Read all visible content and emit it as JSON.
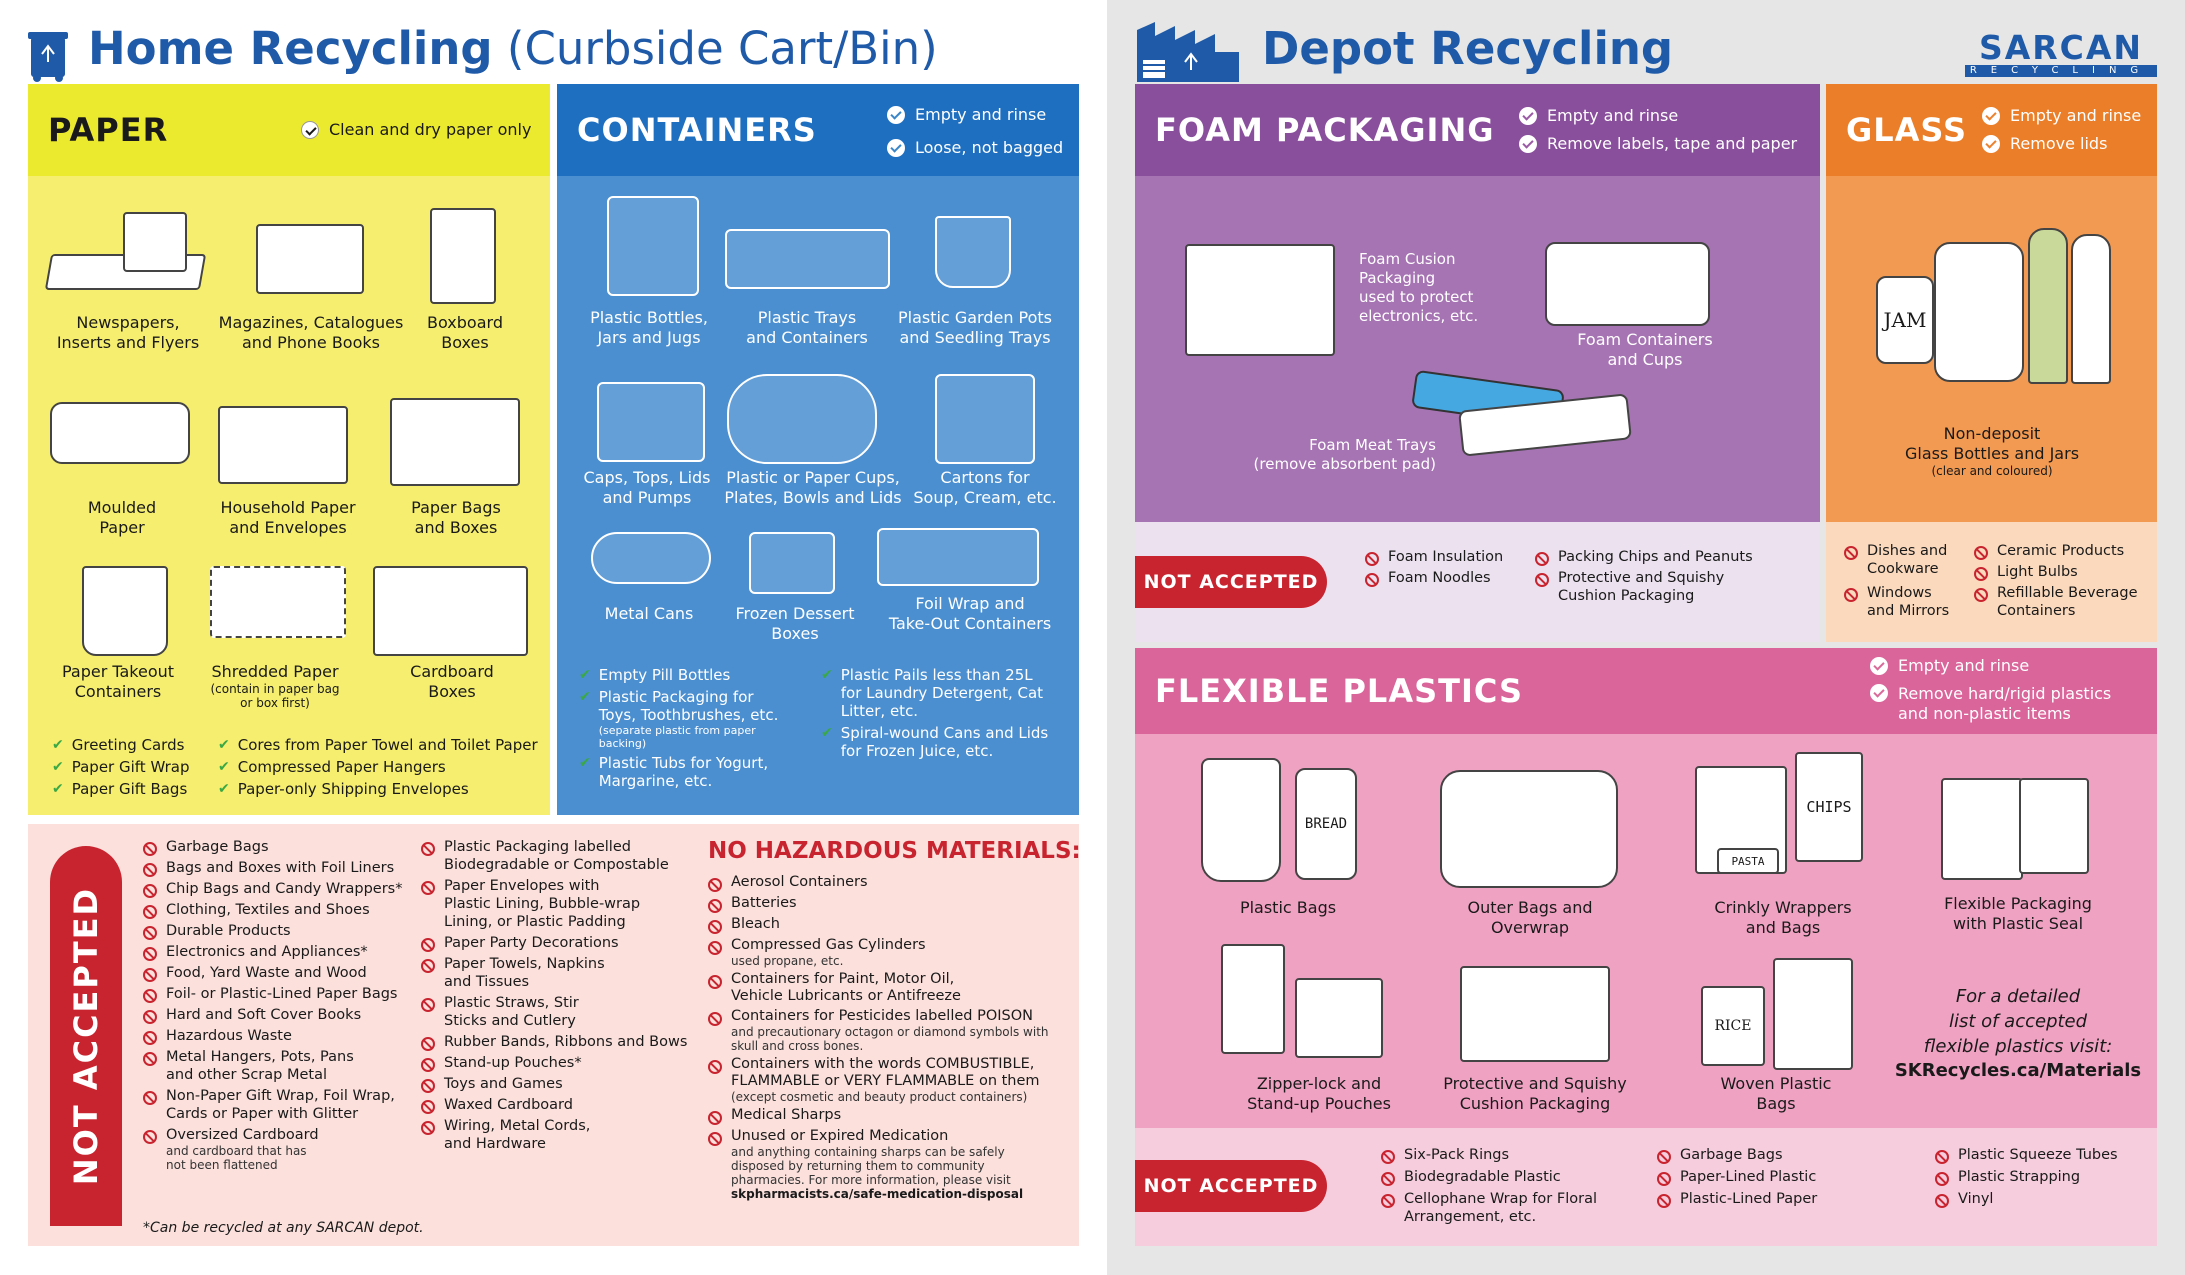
{
  "home": {
    "title_bold": "Home Recycling",
    "title_rest": " (Curbside Cart/Bin)",
    "paper": {
      "heading": "PAPER",
      "check": "Clean and dry paper only",
      "items": [
        {
          "label": "Newspapers,\nInserts and Flyers"
        },
        {
          "label": "Magazines, Catalogues\nand Phone Books"
        },
        {
          "label": "Boxboard\nBoxes"
        },
        {
          "label": "Moulded\nPaper"
        },
        {
          "label": "Household Paper\nand Envelopes"
        },
        {
          "label": "Paper Bags\nand Boxes"
        },
        {
          "label": "Paper Takeout\nContainers"
        },
        {
          "label": "Shredded Paper",
          "note": "(contain in paper bag\nor box first)"
        },
        {
          "label": "Cardboard\nBoxes"
        }
      ],
      "ticks_col1": [
        "Greeting Cards",
        "Paper Gift Wrap",
        "Paper Gift Bags"
      ],
      "ticks_col2": [
        "Cores from Paper Towel and Toilet Paper",
        "Compressed Paper Hangers",
        "Paper-only Shipping Envelopes"
      ]
    },
    "containers": {
      "heading": "CONTAINERS",
      "checks": [
        "Empty and rinse",
        "Loose, not bagged"
      ],
      "items": [
        {
          "label": "Plastic Bottles,\nJars and Jugs"
        },
        {
          "label": "Plastic Trays\nand Containers"
        },
        {
          "label": "Plastic Garden Pots\nand Seedling Trays"
        },
        {
          "label": "Caps, Tops, Lids\nand Pumps"
        },
        {
          "label": "Plastic or Paper Cups,\nPlates, Bowls and Lids"
        },
        {
          "label": "Cartons for\nSoup, Cream, etc."
        },
        {
          "label": "Metal Cans"
        },
        {
          "label": "Frozen Dessert\nBoxes"
        },
        {
          "label": "Foil Wrap and\nTake-Out Containers"
        }
      ],
      "ticks_col1": [
        {
          "text": "Empty Pill Bottles"
        },
        {
          "text": "Plastic Packaging for\nToys, Toothbrushes, etc.",
          "note": "(separate plastic from paper\nbacking)"
        },
        {
          "text": "Plastic Tubs for Yogurt,\nMargarine, etc."
        }
      ],
      "ticks_col2": [
        {
          "text": "Plastic Pails less than 25L\nfor Laundry Detergent, Cat\nLitter, etc."
        },
        {
          "text": "Spiral-wound Cans and Lids\nfor Frozen Juice, etc."
        }
      ]
    },
    "not_accepted": {
      "label": "NOT ACCEPTED",
      "col1": [
        {
          "text": "Garbage Bags"
        },
        {
          "text": "Bags and Boxes with Foil Liners"
        },
        {
          "text": "Chip Bags and Candy Wrappers*"
        },
        {
          "text": "Clothing, Textiles and Shoes"
        },
        {
          "text": "Durable Products"
        },
        {
          "text": "Electronics and Appliances*"
        },
        {
          "text": "Food, Yard Waste and Wood"
        },
        {
          "text": "Foil- or Plastic-Lined Paper Bags"
        },
        {
          "text": "Hard and Soft Cover Books"
        },
        {
          "text": "Hazardous Waste"
        },
        {
          "text": "Metal Hangers, Pots, Pans\nand other Scrap Metal"
        },
        {
          "text": "Non-Paper Gift Wrap, Foil Wrap,\nCards or Paper with Glitter"
        },
        {
          "text": "Oversized Cardboard",
          "note": "and cardboard that has\nnot been flattened"
        }
      ],
      "col2": [
        {
          "text": "Plastic Packaging labelled\nBiodegradable or Compostable"
        },
        {
          "text": "Paper Envelopes with\nPlastic Lining, Bubble-wrap\nLining, or Plastic Padding"
        },
        {
          "text": "Paper Party Decorations"
        },
        {
          "text": "Paper Towels, Napkins\nand Tissues"
        },
        {
          "text": "Plastic Straws, Stir\nSticks and Cutlery"
        },
        {
          "text": "Rubber Bands, Ribbons and Bows"
        },
        {
          "text": "Stand-up Pouches*"
        },
        {
          "text": "Toys and Games"
        },
        {
          "text": "Waxed Cardboard"
        },
        {
          "text": "Wiring, Metal Cords,\nand Hardware"
        }
      ],
      "hazard_heading": "NO HAZARDOUS MATERIALS:",
      "col3": [
        {
          "text": "Aerosol Containers"
        },
        {
          "text": "Batteries"
        },
        {
          "text": "Bleach"
        },
        {
          "text": "Compressed Gas Cylinders",
          "note": "used propane, etc."
        },
        {
          "text": "Containers for Paint, Motor Oil,\nVehicle Lubricants or Antifreeze"
        },
        {
          "text": "Containers for Pesticides labelled POISON",
          "note": "and precautionary octagon or diamond symbols with\nskull and cross bones."
        },
        {
          "text": "Containers with the words COMBUSTIBLE,\nFLAMMABLE or VERY FLAMMABLE on them",
          "note": "(except cosmetic and beauty product containers)"
        },
        {
          "text": "Medical Sharps"
        },
        {
          "text": "Unused or Expired Medication",
          "note": "and anything containing sharps can be safely\ndisposed by returning them to community\npharmacies. For more information, please visit"
        }
      ],
      "url": "skpharmacists.ca/safe-medication-disposal",
      "footnote": "*Can be recycled at any SARCAN depot."
    }
  },
  "depot": {
    "title": "Depot Recycling",
    "logo_main": "SARCAN",
    "logo_sub": "RECYCLING",
    "foam": {
      "heading": "FOAM PACKAGING",
      "checks": [
        "Empty and rinse",
        "Remove labels, tape and paper"
      ],
      "items": [
        {
          "label": "Foam Cusion\nPackaging\nused to protect\nelectronics, etc."
        },
        {
          "label": "Foam Containers\nand Cups"
        },
        {
          "label": "Foam Meat Trays\n(remove absorbent pad)"
        }
      ],
      "na_label": "NOT ACCEPTED",
      "na_col1": [
        "Foam Insulation",
        "Foam Noodles"
      ],
      "na_col2": [
        "Packing Chips and Peanuts",
        "Protective and Squishy\nCushion Packaging"
      ]
    },
    "glass": {
      "heading": "GLASS",
      "checks": [
        "Empty and rinse",
        "Remove lids"
      ],
      "jar_label": "JAM",
      "item_label": "Non-deposit\nGlass Bottles and Jars",
      "item_note": "(clear and coloured)",
      "na_col1": [
        "Dishes and\nCookware",
        "Windows\nand Mirrors"
      ],
      "na_col2": [
        "Ceramic Products",
        "Light Bulbs",
        "Refillable Beverage\nContainers"
      ]
    },
    "flexible": {
      "heading": "FLEXIBLE PLASTICS",
      "checks": [
        "Empty and rinse",
        "Remove hard/rigid plastics\nand non-plastic items"
      ],
      "items": [
        {
          "label": "Plastic Bags"
        },
        {
          "label": "Outer Bags and\nOverwrap"
        },
        {
          "label": "Crinkly Wrappers\nand Bags"
        },
        {
          "label": "Flexible Packaging\nwith Plastic Seal"
        },
        {
          "label": "Zipper-lock and\nStand-up Pouches"
        },
        {
          "label": "Protective and Squishy\nCushion Packaging"
        },
        {
          "label": "Woven Plastic\nBags"
        }
      ],
      "bag_labels": {
        "bread": "BREAD",
        "chips": "CHIPS",
        "pasta": "PASTA",
        "rice": "RICE"
      },
      "info_text": "For a detailed\nlist of accepted\nflexible plastics visit:",
      "info_url": "SKRecycles.ca/Materials",
      "na_label": "NOT ACCEPTED",
      "na_col1": [
        "Six-Pack Rings",
        "Biodegradable Plastic",
        "Cellophane Wrap for Floral\nArrangement, etc."
      ],
      "na_col2": [
        "Garbage Bags",
        "Paper-Lined Plastic",
        "Plastic-Lined Paper"
      ],
      "na_col3": [
        "Plastic Squeeze Tubes",
        "Plastic Strapping",
        "Vinyl"
      ]
    }
  },
  "colors": {
    "blue_title": "#1f5aa8",
    "paper_yellow": "#f5ee6e",
    "paper_header": "#ecea2f",
    "containers_blue": "#4b8fd0",
    "containers_header": "#1f6fc0",
    "foam_purple": "#a674b3",
    "foam_header": "#8a4f9c",
    "glass_orange": "#f29a51",
    "glass_header": "#eb7e28",
    "flex_pink": "#f0a2c2",
    "flex_header": "#d9659a",
    "not_accepted_red": "#c8242f",
    "not_accepted_bg": "#fbe0dc"
  }
}
